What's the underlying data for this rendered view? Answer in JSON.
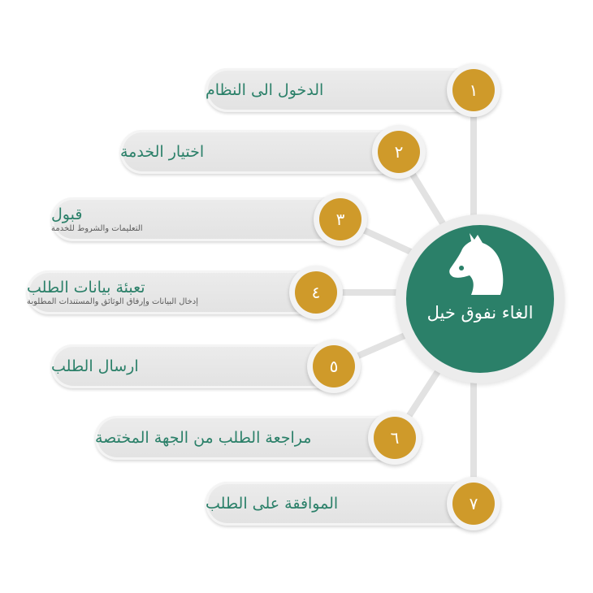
{
  "hub": {
    "title": "الغاء نفوق خيل",
    "icon": "horse-head-icon"
  },
  "colors": {
    "accent_green": "#2b8069",
    "badge_gold": "#cf9a2a",
    "pill_gray": "#e6e6e6"
  },
  "steps": [
    {
      "number": "١",
      "title": "الدخول الى النظام",
      "subtitle": ""
    },
    {
      "number": "٢",
      "title": "اختيار الخدمة",
      "subtitle": ""
    },
    {
      "number": "٣",
      "title": "قبول",
      "subtitle": "التعليمات والشروط للخدمة"
    },
    {
      "number": "٤",
      "title": "تعبئة بيانات الطلب",
      "subtitle": "إدخال البيانات وإرفاق الوثائق والمستندات المطلوبة"
    },
    {
      "number": "٥",
      "title": "ارسال الطلب",
      "subtitle": ""
    },
    {
      "number": "٦",
      "title": "مراجعة الطلب من الجهة المختصة",
      "subtitle": ""
    },
    {
      "number": "٧",
      "title": "الموافقة على الطلب",
      "subtitle": ""
    }
  ]
}
